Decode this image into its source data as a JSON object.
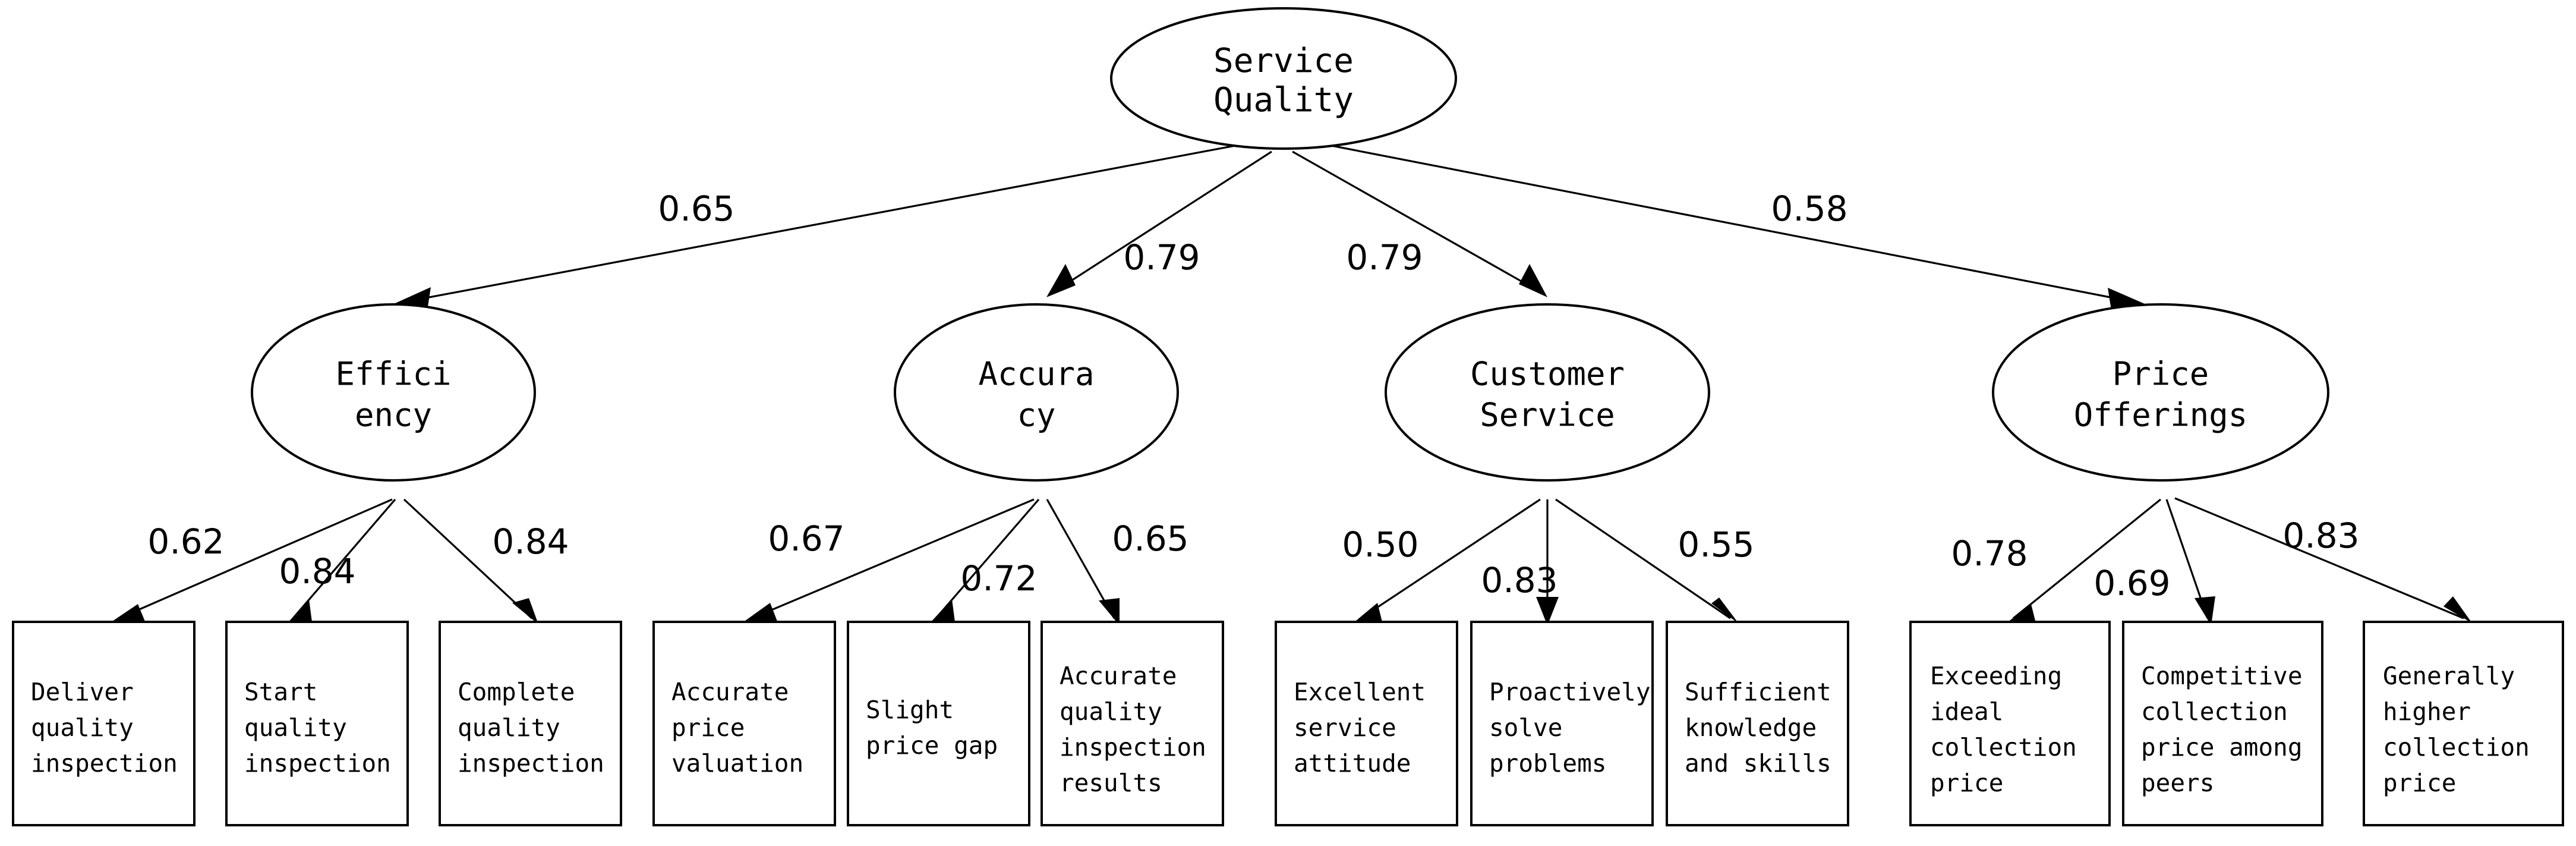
{
  "diagram": {
    "type": "sem-path-diagram",
    "title_node": {
      "label": "Service Quality",
      "lines": [
        "Service",
        "Quality"
      ]
    },
    "latent_variables": [
      {
        "id": "efficiency",
        "label": "Efficiency",
        "lines": [
          "Effici",
          "ency"
        ],
        "coefficient_from_root": "0.65"
      },
      {
        "id": "accuracy",
        "label": "Accuracy",
        "lines": [
          "Accura",
          "cy"
        ],
        "coefficient_from_root": "0.79"
      },
      {
        "id": "customer-service",
        "label": "Customer Service",
        "lines": [
          "Customer",
          "Service"
        ],
        "coefficient_from_root": "0.79"
      },
      {
        "id": "price-offerings",
        "label": "Price Offerings",
        "lines": [
          "Price",
          "Offerings"
        ],
        "coefficient_from_root": "0.58"
      }
    ],
    "indicators": [
      {
        "id": "deliver-quality-inspection",
        "parent": "efficiency",
        "lines": [
          "Deliver",
          "quality",
          "inspection"
        ],
        "loading": "0.62"
      },
      {
        "id": "start-quality-inspection",
        "parent": "efficiency",
        "lines": [
          "Start",
          "quality",
          "inspection"
        ],
        "loading": "0.84"
      },
      {
        "id": "complete-quality-inspection",
        "parent": "efficiency",
        "lines": [
          "Complete",
          "quality",
          "inspection"
        ],
        "loading": "0.84"
      },
      {
        "id": "accurate-price-valuation",
        "parent": "accuracy",
        "lines": [
          "Accurate",
          "price",
          "valuation"
        ],
        "loading": "0.67"
      },
      {
        "id": "slight-price-gap",
        "parent": "accuracy",
        "lines": [
          "Slight",
          "price gap"
        ],
        "loading": "0.72"
      },
      {
        "id": "accurate-quality-inspection-results",
        "parent": "accuracy",
        "lines": [
          "Accurate",
          "quality",
          "inspection",
          "results"
        ],
        "loading": "0.65"
      },
      {
        "id": "excellent-service-attitude",
        "parent": "customer-service",
        "lines": [
          "Excellent",
          "service",
          "attitude"
        ],
        "loading": "0.50"
      },
      {
        "id": "proactively-solve-problems",
        "parent": "customer-service",
        "lines": [
          "Proactively",
          "solve",
          "problems"
        ],
        "loading": "0.83"
      },
      {
        "id": "sufficient-knowledge-and-skills",
        "parent": "customer-service",
        "lines": [
          "Sufficient",
          "knowledge",
          "and skills"
        ],
        "loading": "0.55"
      },
      {
        "id": "exceeding-ideal-collection-price",
        "parent": "price-offerings",
        "lines": [
          "Exceeding",
          "ideal",
          "collection",
          "price"
        ],
        "loading": "0.78"
      },
      {
        "id": "competitive-collection-price-among-peers",
        "parent": "price-offerings",
        "lines": [
          "Competitive",
          "collection",
          "price among",
          "peers"
        ],
        "loading": "0.69"
      },
      {
        "id": "generally-higher-collection-price",
        "parent": "price-offerings",
        "lines": [
          "Generally",
          "higher",
          "collection",
          "price"
        ],
        "loading": "0.83"
      }
    ],
    "colors": {
      "stroke": "#000000",
      "fill": "#ffffff",
      "text": "#000000"
    }
  },
  "chart_data": {
    "type": "diagram",
    "title": "Service Quality structural equation model",
    "nodes": [
      {
        "name": "Service Quality",
        "level": "root"
      },
      {
        "name": "Efficiency",
        "level": "latent"
      },
      {
        "name": "Accuracy",
        "level": "latent"
      },
      {
        "name": "Customer Service",
        "level": "latent"
      },
      {
        "name": "Price Offerings",
        "level": "latent"
      },
      {
        "name": "Deliver quality inspection",
        "level": "indicator"
      },
      {
        "name": "Start quality inspection",
        "level": "indicator"
      },
      {
        "name": "Complete quality inspection",
        "level": "indicator"
      },
      {
        "name": "Accurate price valuation",
        "level": "indicator"
      },
      {
        "name": "Slight price gap",
        "level": "indicator"
      },
      {
        "name": "Accurate quality inspection results",
        "level": "indicator"
      },
      {
        "name": "Excellent service attitude",
        "level": "indicator"
      },
      {
        "name": "Proactively solve problems",
        "level": "indicator"
      },
      {
        "name": "Sufficient knowledge and skills",
        "level": "indicator"
      },
      {
        "name": "Exceeding ideal collection price",
        "level": "indicator"
      },
      {
        "name": "Competitive collection price among peers",
        "level": "indicator"
      },
      {
        "name": "Generally higher collection price",
        "level": "indicator"
      }
    ],
    "edges": [
      {
        "from": "Service Quality",
        "to": "Efficiency",
        "value": 0.65
      },
      {
        "from": "Service Quality",
        "to": "Accuracy",
        "value": 0.79
      },
      {
        "from": "Service Quality",
        "to": "Customer Service",
        "value": 0.79
      },
      {
        "from": "Service Quality",
        "to": "Price Offerings",
        "value": 0.58
      },
      {
        "from": "Efficiency",
        "to": "Deliver quality inspection",
        "value": 0.62
      },
      {
        "from": "Efficiency",
        "to": "Start quality inspection",
        "value": 0.84
      },
      {
        "from": "Efficiency",
        "to": "Complete quality inspection",
        "value": 0.84
      },
      {
        "from": "Accuracy",
        "to": "Accurate price valuation",
        "value": 0.67
      },
      {
        "from": "Accuracy",
        "to": "Slight price gap",
        "value": 0.72
      },
      {
        "from": "Accuracy",
        "to": "Accurate quality inspection results",
        "value": 0.65
      },
      {
        "from": "Customer Service",
        "to": "Excellent service attitude",
        "value": 0.5
      },
      {
        "from": "Customer Service",
        "to": "Proactively solve problems",
        "value": 0.83
      },
      {
        "from": "Customer Service",
        "to": "Sufficient knowledge and skills",
        "value": 0.55
      },
      {
        "from": "Price Offerings",
        "to": "Exceeding ideal collection price",
        "value": 0.78
      },
      {
        "from": "Price Offerings",
        "to": "Competitive collection price among peers",
        "value": 0.69
      },
      {
        "from": "Price Offerings",
        "to": "Generally higher collection price",
        "value": 0.83
      }
    ]
  }
}
